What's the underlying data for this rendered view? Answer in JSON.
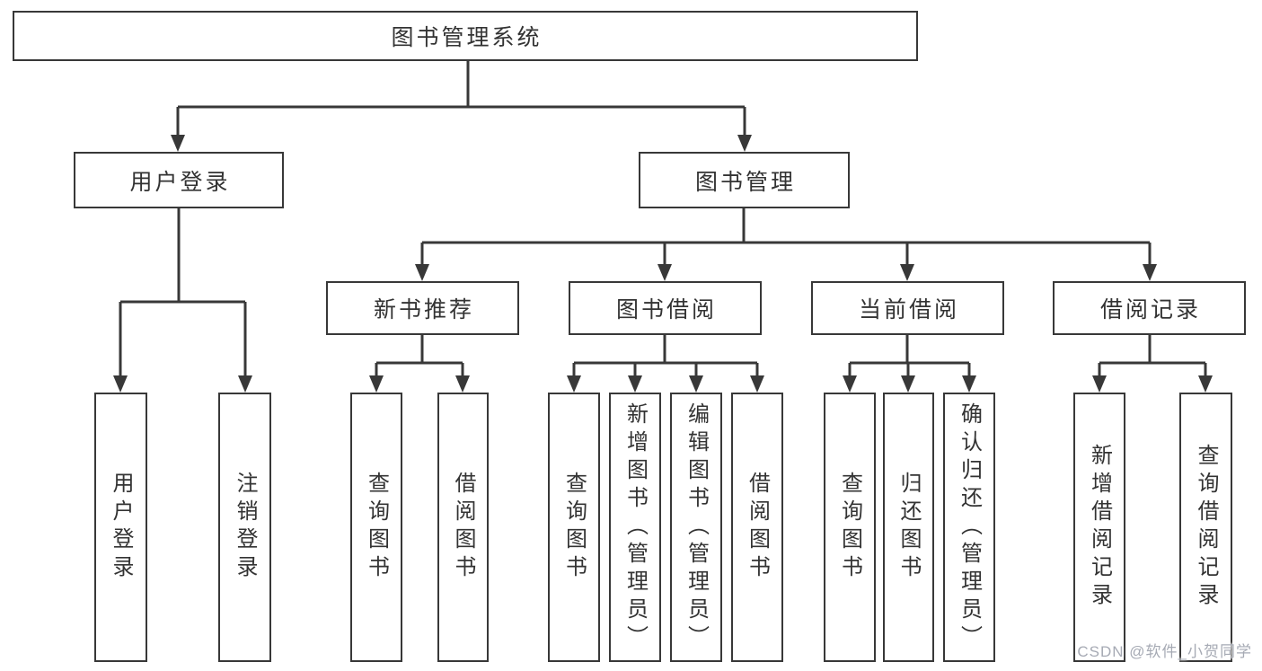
{
  "diagram_type": "hierarchy-tree",
  "root": {
    "label": "图书管理系统",
    "children": [
      {
        "label": "用户登录",
        "children": [
          {
            "label": "用户登录"
          },
          {
            "label": "注销登录"
          }
        ]
      },
      {
        "label": "图书管理",
        "children": [
          {
            "label": "新书推荐",
            "children": [
              {
                "label": "查询图书"
              },
              {
                "label": "借阅图书"
              }
            ]
          },
          {
            "label": "图书借阅",
            "children": [
              {
                "label": "查询图书"
              },
              {
                "label": "新增图书（管理员）"
              },
              {
                "label": "编辑图书（管理员）"
              },
              {
                "label": "借阅图书"
              }
            ]
          },
          {
            "label": "当前借阅",
            "children": [
              {
                "label": "查询图书"
              },
              {
                "label": "归还图书"
              },
              {
                "label": "确认归还（管理员）"
              }
            ]
          },
          {
            "label": "借阅记录",
            "children": [
              {
                "label": "新增借阅记录"
              },
              {
                "label": "查询借阅记录"
              }
            ]
          }
        ]
      }
    ]
  },
  "watermark": {
    "text": "CSDN @软件_小贺同学"
  },
  "colors": {
    "line": "#383838",
    "text": "#333333",
    "box_background": "#ffffff",
    "watermark": "#a6aab4"
  }
}
